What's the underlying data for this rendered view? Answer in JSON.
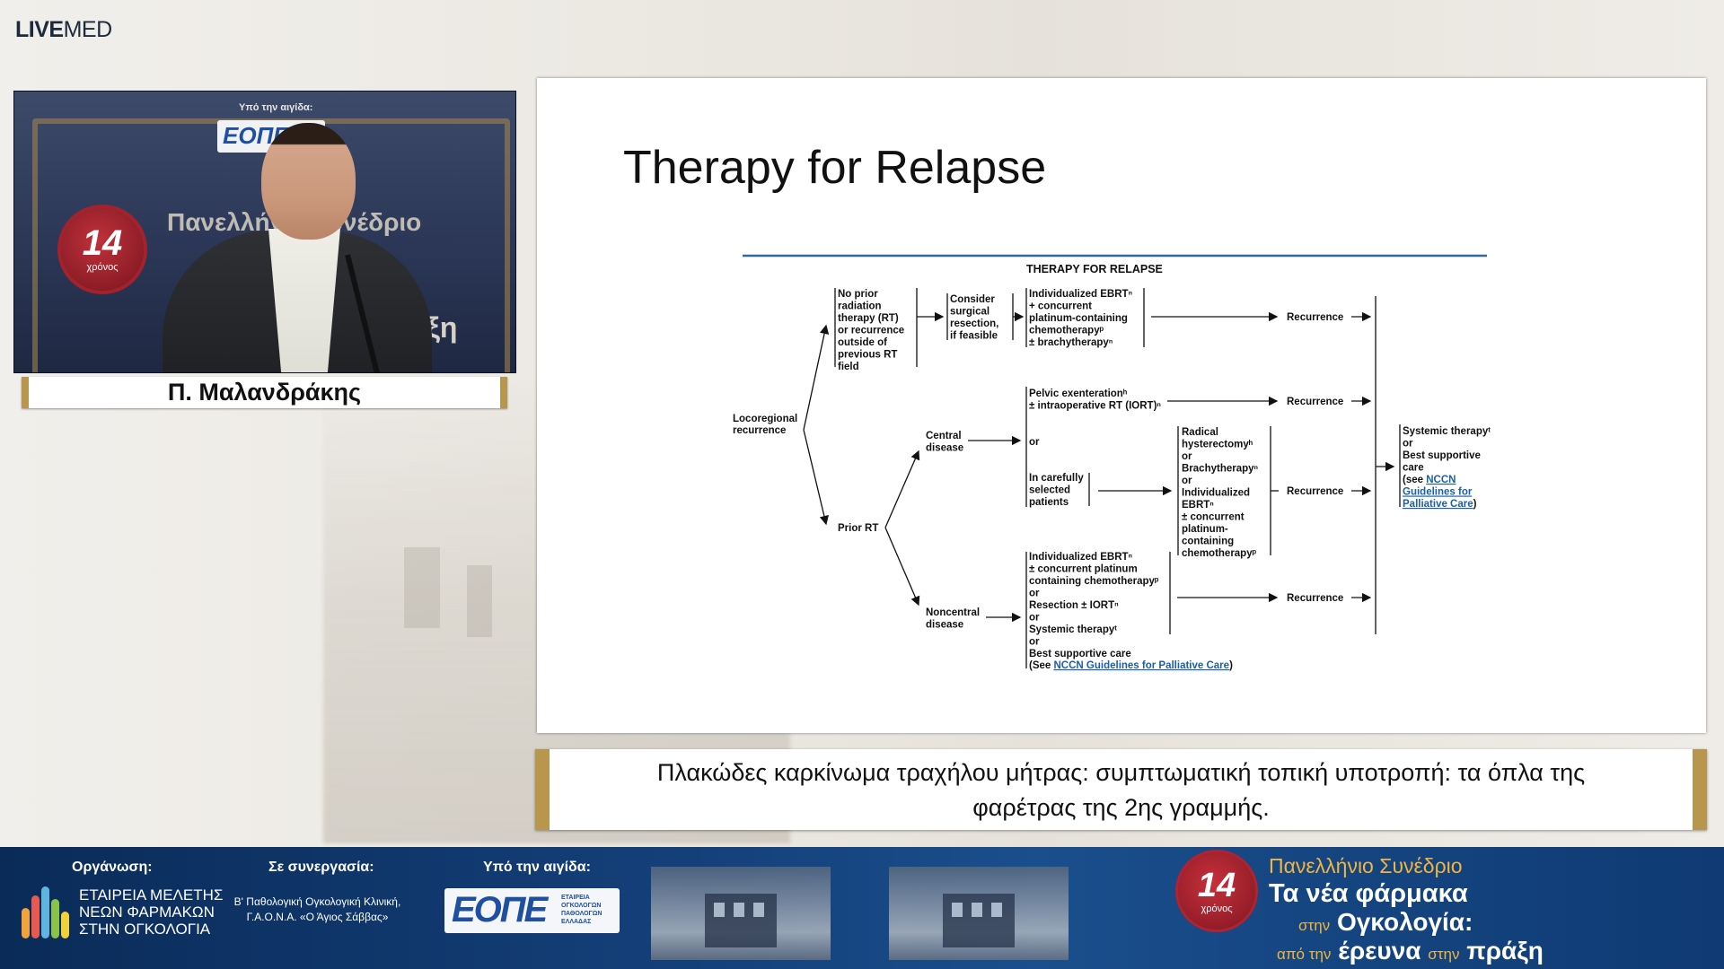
{
  "brand": {
    "strong": "LIVE",
    "light": "MED"
  },
  "video": {
    "sponsor_label": "Υπό την αιγίδα:",
    "sponsor_logo": "ΕΟΠΕ",
    "seal_number": "14",
    "seal_sub": "χρόνος",
    "backdrop_text": "Πανελλήνιο Συνέδριο",
    "backdrop_text2": "άξη"
  },
  "speaker": {
    "name": "Π. Μαλανδράκης"
  },
  "slide": {
    "title": "Therapy for Relapse",
    "diagram": {
      "heading": "THERAPY FOR RELAPSE",
      "locoregional": [
        "Locoregional",
        "recurrence"
      ],
      "no_prior": [
        "No prior",
        "radiation",
        "therapy (RT)",
        "or recurrence",
        "outside of",
        "previous RT",
        "field"
      ],
      "consider": [
        "Consider",
        "surgical",
        "resection,",
        "if feasible"
      ],
      "ebrt_top": [
        "Individualized EBRTⁿ",
        "+ concurrent",
        "platinum-containing",
        "chemotherapyᵖ",
        "± brachytherapyⁿ"
      ],
      "recurrence": "Recurrence",
      "pelvic": [
        "Pelvic exenterationʰ",
        "± intraoperative RT (IORT)ⁿ"
      ],
      "central": [
        "Central",
        "disease"
      ],
      "or": "or",
      "careful": [
        "In carefully",
        "selected",
        "patients"
      ],
      "radical": [
        "Radical",
        "hysterectomyʰ",
        "or",
        "Brachytherapyⁿ",
        "or",
        "Individualized",
        "EBRTⁿ",
        "± concurrent",
        "platinum-",
        "containing",
        "chemotherapyᵖ"
      ],
      "prior_rt": "Prior RT",
      "noncentral": [
        "Noncentral",
        "disease"
      ],
      "ebrt_bottom": [
        "Individualized EBRTⁿ",
        "± concurrent platinum",
        "containing chemotherapyᵖ",
        "or",
        "Resection ± IORTⁿ",
        "or",
        "Systemic therapyᵗ",
        "or",
        "Best supportive care"
      ],
      "see_bottom_prefix": "(See ",
      "see_bottom_link": "NCCN Guidelines for Palliative Care",
      "see_bottom_suffix": ")",
      "systemic": [
        "Systemic therapyᵗ",
        "or",
        "Best supportive",
        "care"
      ],
      "see_right_prefix": "(see ",
      "see_right_link": [
        "NCCN",
        "Guidelines for",
        "Palliative Care"
      ],
      "see_right_suffix": ")"
    }
  },
  "caption": {
    "line1": "Πλακώδες καρκίνωμα τραχήλου μήτρας: συμπτωματική τοπική υποτροπή: τα όπλα της",
    "line2": "φαρέτρας της 2ης γραμμής."
  },
  "footer": {
    "org_label": "Οργάνωση:",
    "org_lines": [
      "ΕΤΑΙΡΕΙΑ ΜΕΛΕΤΗΣ",
      "ΝΕΩΝ ΦΑΡΜΑΚΩΝ",
      "ΣΤΗΝ ΟΓΚΟΛΟΓΙΑ"
    ],
    "collab_label": "Σε συνεργασία:",
    "collab_lines": [
      "Β' Παθολογική Ογκολογική Κλινική,",
      "Γ.Α.Ο.Ν.Α. «Ο Άγιος Σάββας»"
    ],
    "aegis_label": "Υπό την αιγίδα:",
    "eope_big": "ΕΟΠΕ",
    "eope_small": [
      "ΕΤΑΙΡΕΙΑ",
      "ΟΓΚΟΛΟΓΩΝ",
      "ΠΑΘΟΛΟΓΩΝ",
      "ΕΛΛΑΔΑΣ"
    ],
    "seal_number": "14",
    "seal_sub": "χρόνος",
    "conf_line1": "Πανελλήνιο Συνέδριο",
    "conf_line2": "Τα νέα φάρμακα",
    "conf_line3_small": "στην",
    "conf_line3": "Ογκολογία:",
    "conf_line4_small1": "από την",
    "conf_line4_a": "έρευνα",
    "conf_line4_small2": "στην",
    "conf_line4_b": "πράξη"
  },
  "colors": {
    "gold": "#b8964d",
    "footer_blue": "#14407a",
    "link_blue": "#1a5fa8",
    "seal_red": "#a5222c"
  }
}
